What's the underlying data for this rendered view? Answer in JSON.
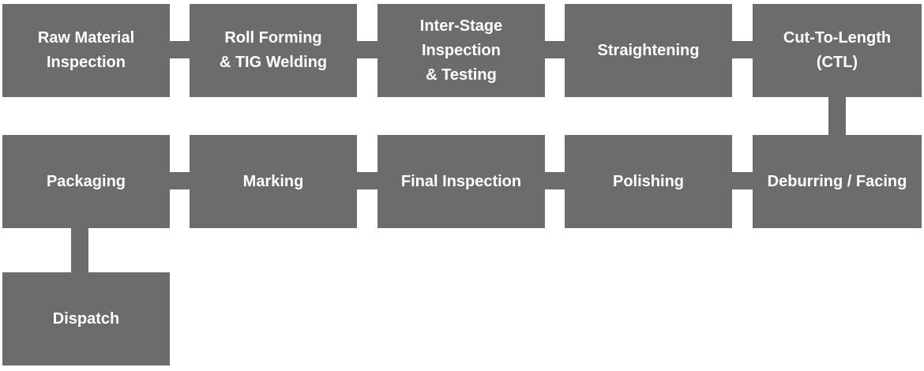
{
  "diagram": {
    "steps": [
      {
        "label": "Raw Material\nInspection"
      },
      {
        "label": "Roll Forming\n& TIG Welding"
      },
      {
        "label": "Inter-Stage\nInspection\n& Testing"
      },
      {
        "label": "Straightening"
      },
      {
        "label": "Cut-To-Length\n(CTL)"
      },
      {
        "label": "Deburring / Facing"
      },
      {
        "label": "Polishing"
      },
      {
        "label": "Final Inspection"
      },
      {
        "label": "Marking"
      },
      {
        "label": "Packaging"
      },
      {
        "label": "Dispatch"
      }
    ],
    "colors": {
      "box_fill": "#6c6c6d",
      "text": "#ffffff",
      "background": "#ffffff"
    }
  }
}
